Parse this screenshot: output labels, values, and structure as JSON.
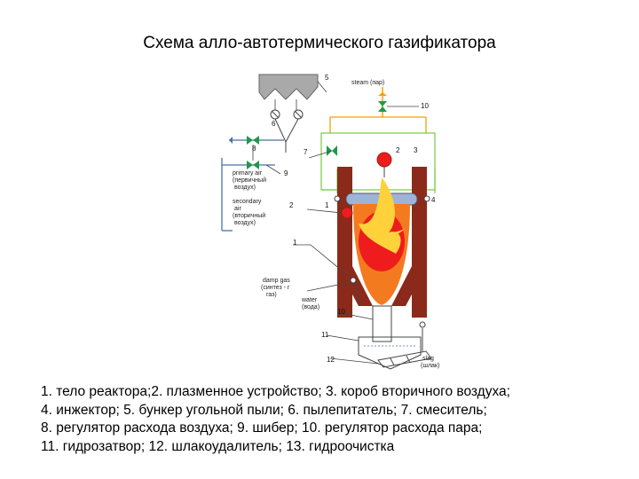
{
  "title": "Схема алло-автотермического газификатора",
  "diagram": {
    "labels": {
      "steam": "steam (пар)",
      "primary_air_1": "primary air",
      "primary_air_2": "(первичный",
      "primary_air_3": "воздух)",
      "secondary_air_1": "secondary",
      "secondary_air_2": "air",
      "secondary_air_3": "(вторичный",
      "secondary_air_4": "воздух)",
      "gas_1": "damp gas",
      "gas_2": "(синтез - г",
      "gas_3": "газ)",
      "water_1": "water",
      "water_2": "(вода)",
      "slag_1": "slag",
      "slag_2": "(шлак)"
    },
    "numbers": {
      "n1a": "1",
      "n1b": "1",
      "n2a": "2",
      "n2b": "2",
      "n3": "3",
      "n4": "4",
      "n5": "5",
      "n6": "6",
      "n7": "7",
      "n8": "8",
      "n9": "9",
      "n10a": "10",
      "n10b": "10",
      "n11": "11",
      "n12": "12"
    },
    "colors": {
      "reactor_wall": "#8b2a1a",
      "flame_outer": "#f47a20",
      "flame_inner": "#ee1c1c",
      "flame_core": "#ffd23c",
      "air_box": "#7fd04c",
      "steam_line": "#f0a000",
      "piping": "#4b6fa8",
      "valve": "#1e9a4a"
    }
  },
  "legend": {
    "line1": "1. тело реактора;2. плазменное устройство; 3. короб вторичного воздуха;",
    "line2": "4. инжектор; 5. бункер угольной пыли; 6. пылепитатель; 7. смеситель;",
    "line3": "8. регулятор расхода воздуха; 9. шибер; 10. регулятор расхода пара;",
    "line4": "11. гидрозатвор; 12. шлакоудалитель; 13. гидроочистка"
  }
}
